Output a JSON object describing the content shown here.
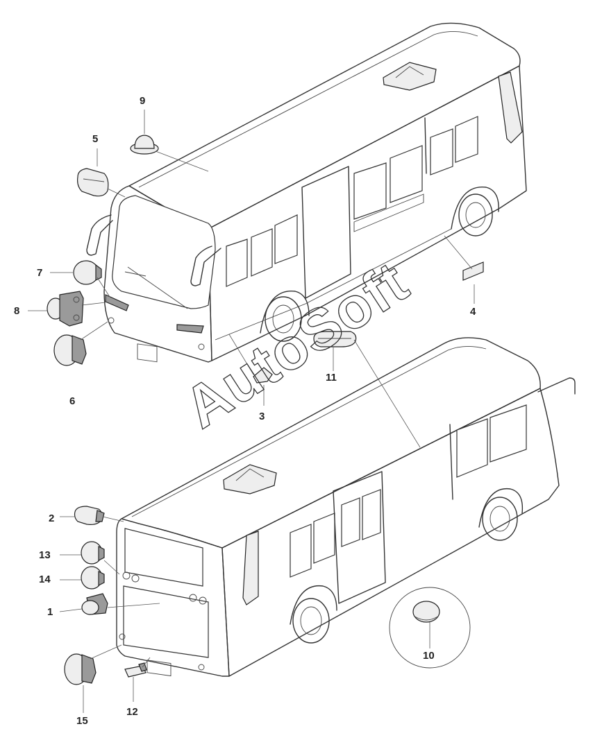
{
  "watermark": "AutoSoft",
  "callouts": {
    "c1": "1",
    "c2": "2",
    "c3": "3",
    "c4": "4",
    "c5": "5",
    "c6": "6",
    "c7": "7",
    "c8": "8",
    "c9": "9",
    "c10": "10",
    "c11": "11",
    "c12": "12",
    "c13": "13",
    "c14": "14",
    "c15": "15"
  },
  "colors": {
    "line": "#333333",
    "background": "#ffffff",
    "part_fill": "#eeeeee"
  }
}
